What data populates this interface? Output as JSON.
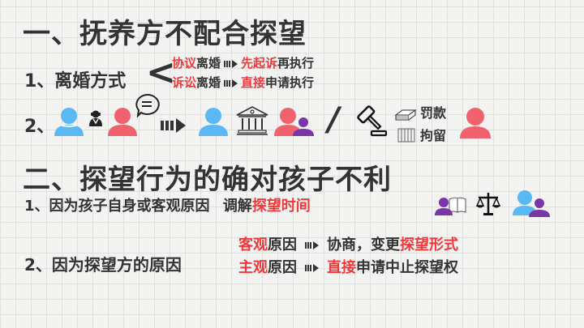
{
  "section1": {
    "title": "一、抚养方不配合探望",
    "item1": {
      "label": "1、离婚方式",
      "bracket": "<",
      "rows": [
        {
          "red_part": "协议",
          "black_part": "离婚",
          "result_red": "先起诉",
          "result_black": "再执行"
        },
        {
          "red_part": "诉讼",
          "black_part": "离婚",
          "result_red": "直接",
          "result_black": "申请执行"
        }
      ]
    },
    "item2": {
      "label": "2、",
      "separator": "/",
      "penalties": [
        "罚款",
        "拘留"
      ],
      "icons": [
        "person-blue-icon",
        "lawyer-icon",
        "person-pink-icon",
        "speech-bubble-icon",
        "dotted-arrow-icon",
        "person-blue-icon",
        "courthouse-icon",
        "parent-child-icon",
        "gavel-icon",
        "money-stack-icon",
        "jail-bars-icon",
        "person-pink-icon"
      ]
    }
  },
  "section2": {
    "title": "二、探望行为的确对孩子不利",
    "item1": {
      "label": "1、因为孩子自身或客观原因",
      "action": "调解",
      "action_red": "探望时间",
      "icons": [
        "person-book-icon",
        "scales-icon",
        "parent-child-icon"
      ]
    },
    "item2": {
      "label": "2、因为探望方的原因",
      "rows": [
        {
          "red_part": "客观",
          "black_part": "原因",
          "result_black": "协商，变更",
          "result_red": "探望形式"
        },
        {
          "red_part": "主观",
          "black_part": "原因",
          "result_red": "直接",
          "result_black": "申请中止探望权"
        }
      ]
    }
  },
  "colors": {
    "red": "#f0393c",
    "text": "#333333",
    "blue": "#5ab9f5",
    "pink": "#f0626e",
    "purple": "#7a35a8",
    "background": "#f3f3f1",
    "grid": "#e0e0de"
  }
}
